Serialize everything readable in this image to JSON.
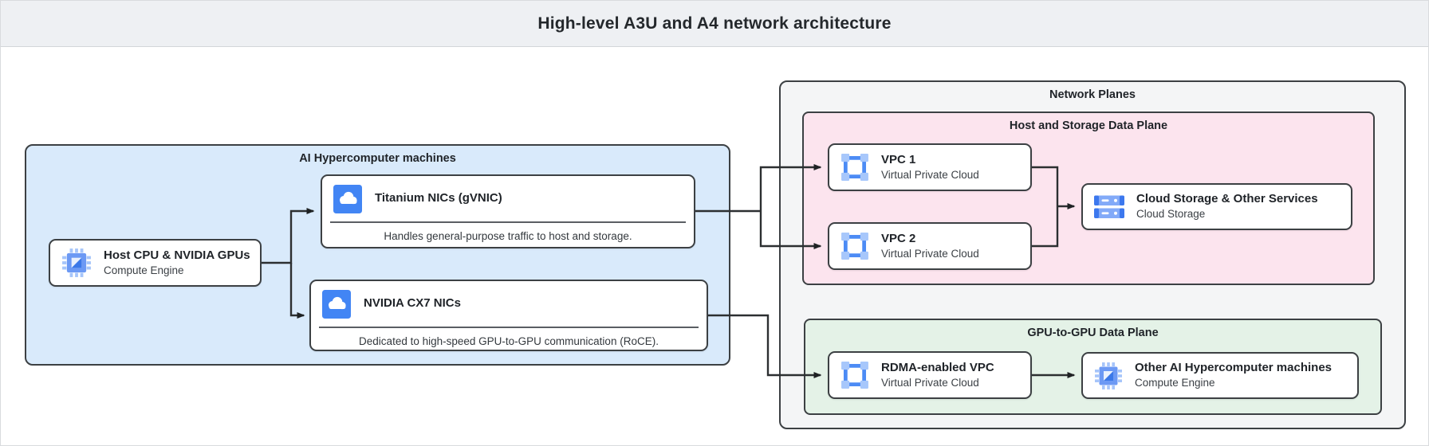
{
  "header": {
    "title": "High-level A3U and A4 network architecture"
  },
  "machines": {
    "title": "AI Hypercomputer machines",
    "host_cpu": {
      "title": "Host CPU & NVIDIA GPUs",
      "subtitle": "Compute Engine",
      "icon": "compute-engine-icon"
    },
    "titanium_nic": {
      "title": "Titanium NICs (gVNIC)",
      "description": "Handles general-purpose traffic to host and storage.",
      "icon": "cloud-icon"
    },
    "cx7_nic": {
      "title": "NVIDIA CX7 NICs",
      "description": "Dedicated to high-speed GPU-to-GPU communication (RoCE).",
      "icon": "cloud-icon"
    }
  },
  "network_planes": {
    "title": "Network Planes",
    "host_storage_plane": {
      "title": "Host and Storage Data Plane",
      "vpc1": {
        "title": "VPC 1",
        "subtitle": "Virtual Private Cloud",
        "icon": "vpc-icon"
      },
      "vpc2": {
        "title": "VPC 2",
        "subtitle": "Virtual Private Cloud",
        "icon": "vpc-icon"
      },
      "cloud_storage": {
        "title": "Cloud Storage & Other Services",
        "subtitle": "Cloud Storage",
        "icon": "cloud-storage-icon"
      }
    },
    "gpu_plane": {
      "title": "GPU-to-GPU Data Plane",
      "rdma_vpc": {
        "title": "RDMA-enabled VPC",
        "subtitle": "Virtual Private Cloud",
        "icon": "vpc-icon"
      },
      "other_machines": {
        "title": "Other AI Hypercomputer machines",
        "subtitle": "Compute Engine",
        "icon": "compute-engine-icon"
      }
    }
  },
  "colors": {
    "machines_bg": "#d9eafb",
    "planes_bg": "#f4f5f6",
    "host_storage_plane_bg": "#fce4ee",
    "gpu_plane_bg": "#e4f2e7",
    "header_bg": "#eef0f3",
    "box_border": "#3c4043",
    "connector": "#2c2f31",
    "icon_blue": "#4285f4",
    "icon_blue_light": "#a6c5fa"
  }
}
